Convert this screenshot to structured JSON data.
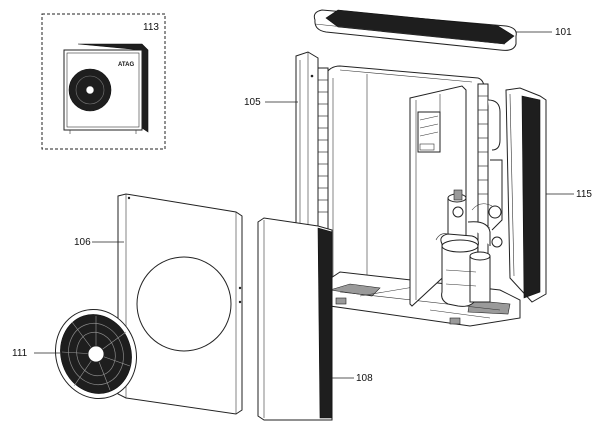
{
  "diagram": {
    "inset_brand": "ATAG",
    "labels": {
      "p101": "101",
      "p105": "105",
      "p106": "106",
      "p108": "108",
      "p111": "111",
      "p113": "113",
      "p115": "115"
    }
  }
}
